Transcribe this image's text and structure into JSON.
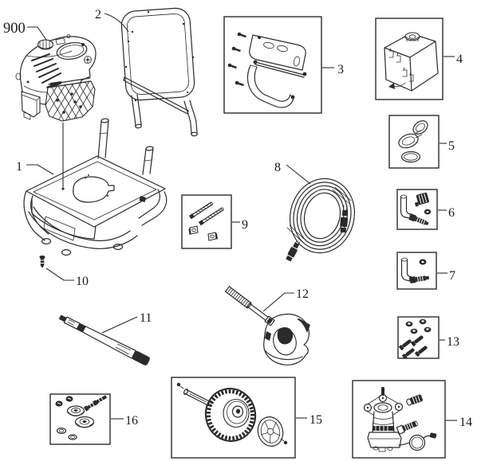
{
  "page": {
    "background": "#ffffff",
    "line_color": "#2b2b2b",
    "text_color": "#1b1b1b"
  },
  "diagram": {
    "type": "exploded-parts-diagram",
    "parts": [
      {
        "label": "900",
        "icon": "engine-illustration"
      },
      {
        "label": "2",
        "icon": "handle-frame-illustration"
      },
      {
        "label": "1",
        "icon": "cart-base-frame-illustration"
      },
      {
        "label": "10",
        "icon": "screw-illustration"
      },
      {
        "label": "3",
        "icon": "heat-shield-kit-box"
      },
      {
        "label": "4",
        "icon": "fuel-tank-box"
      },
      {
        "label": "5",
        "icon": "cap-and-oring-kit-box"
      },
      {
        "label": "6",
        "icon": "tube-fitting-kit-box"
      },
      {
        "label": "7",
        "icon": "tube-fitting-kit-box"
      },
      {
        "label": "8",
        "icon": "high-pressure-hose-illustration"
      },
      {
        "label": "9",
        "icon": "bolt-and-nut-kit-box"
      },
      {
        "label": "11",
        "icon": "spray-wand-illustration"
      },
      {
        "label": "12",
        "icon": "spray-gun-illustration"
      },
      {
        "label": "13",
        "icon": "hardware-kit-box"
      },
      {
        "label": "14",
        "icon": "pump-assembly-box"
      },
      {
        "label": "15",
        "icon": "wheel-kit-box"
      },
      {
        "label": "16",
        "icon": "roller-hardware-kit-box"
      }
    ]
  }
}
